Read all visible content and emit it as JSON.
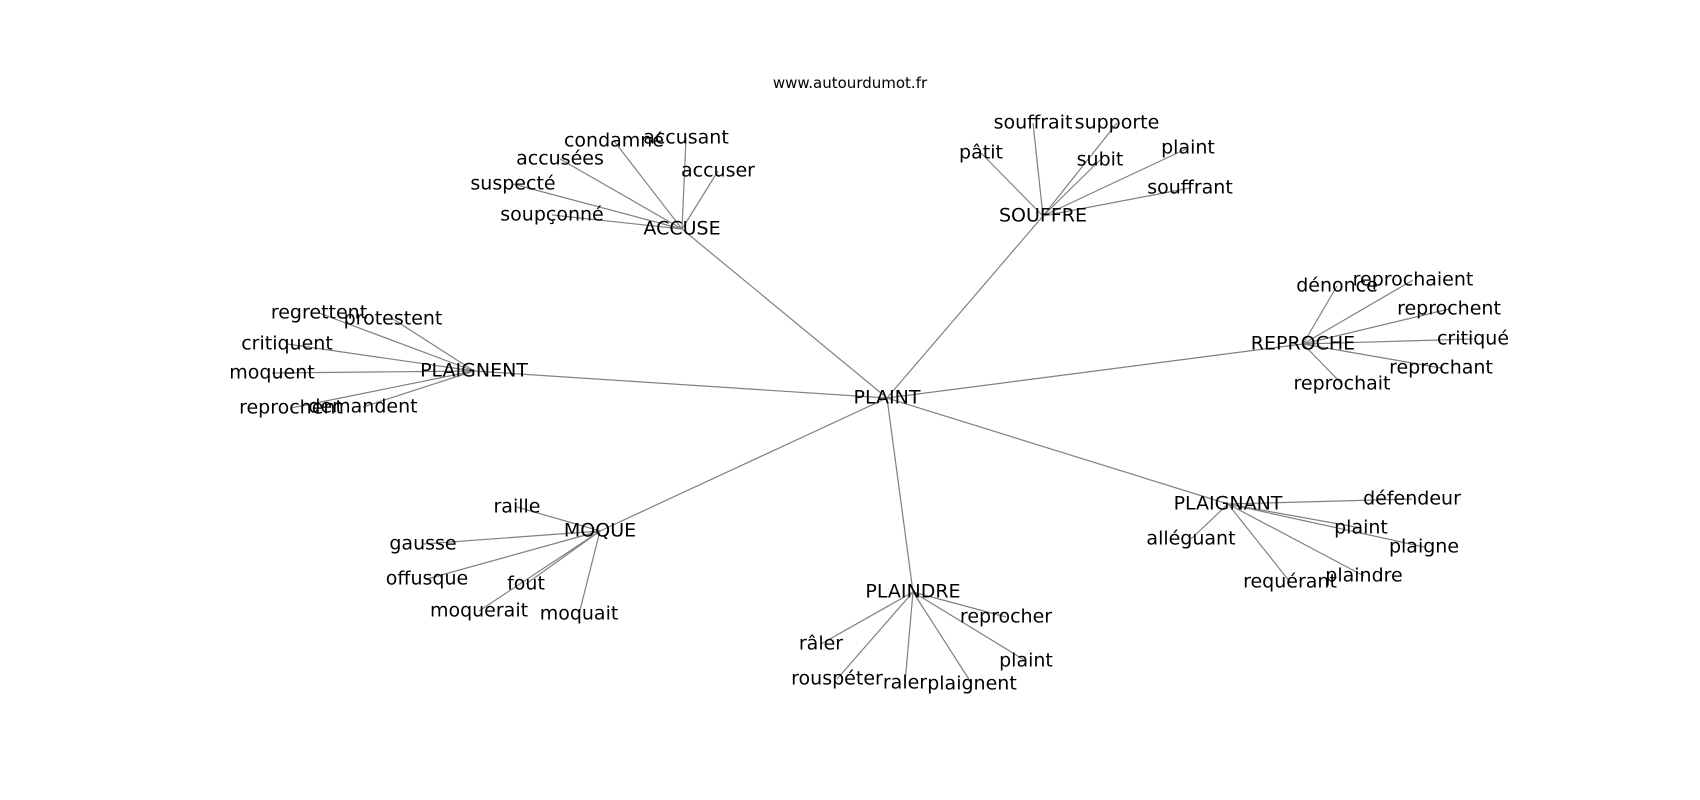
{
  "header": {
    "site": "www.autourdumot.fr"
  },
  "graph": {
    "center": "PLAINT",
    "clusters": [
      {
        "hub": "ACCUSE",
        "words": [
          "condamné",
          "accusant",
          "accusées",
          "accuser",
          "suspecté",
          "soupçonné"
        ]
      },
      {
        "hub": "SOUFFRE",
        "words": [
          "souffrait",
          "supporte",
          "pâtit",
          "subit",
          "plaint",
          "souffrant"
        ]
      },
      {
        "hub": "REPROCHE",
        "words": [
          "dénonce",
          "reprochaient",
          "reprochent",
          "critiqué",
          "reprochant",
          "reprochait"
        ]
      },
      {
        "hub": "PLAIGNENT",
        "words": [
          "regrettent",
          "protestent",
          "critiquent",
          "moquent",
          "reprochent",
          "demandent"
        ]
      },
      {
        "hub": "MOQUE",
        "words": [
          "raille",
          "gausse",
          "offusque",
          "fout",
          "moquerait",
          "moquait"
        ]
      },
      {
        "hub": "PLAINDRE",
        "words": [
          "reprocher",
          "râler",
          "plaint",
          "rouspéter",
          "raler",
          "plaignent"
        ]
      },
      {
        "hub": "PLAIGNANT",
        "words": [
          "défendeur",
          "plaint",
          "alléguant",
          "plaigne",
          "plaindre",
          "requérant"
        ]
      }
    ]
  }
}
